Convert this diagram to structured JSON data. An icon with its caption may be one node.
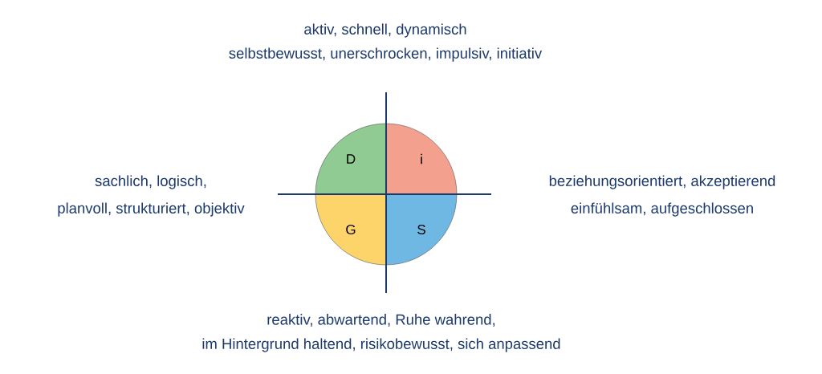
{
  "diagram": {
    "nodes": [
      {
        "text": [
          "D"
        ]
      },
      {
        "text": [
          "i"
        ]
      },
      {
        "text": [
          "G"
        ]
      },
      {
        "text": [
          "S"
        ]
      }
    ],
    "labels": [
      "aktiv, schnell, dynamisch",
      "selbstbewusst, unerschrocken, impulsiv, initiativ",
      "sachlich, logisch,",
      "planvoll, strukturiert, objektiv",
      "beziehungsorientiert, akzeptierend",
      "einfühlsam, aufgeschlossen",
      "reaktiv, abwartend, Ruhe wahrend,",
      "im Hintergrund haltend, risikobewusst, sich anpassend"
    ]
  }
}
